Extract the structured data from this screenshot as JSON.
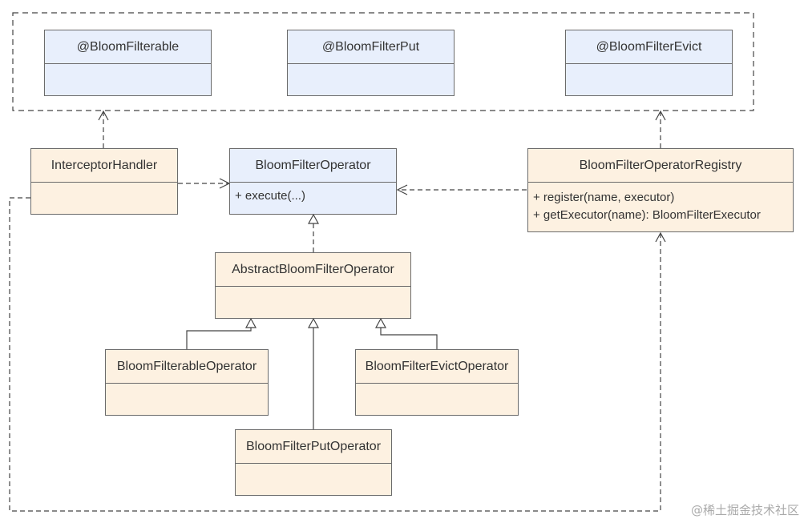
{
  "diagram": {
    "annotation_group": {
      "bloom_filterable": {
        "title": "@BloomFilterable"
      },
      "bloom_filter_put": {
        "title": "@BloomFilterPut"
      },
      "bloom_filter_evict": {
        "title": "@BloomFilterEvict"
      }
    },
    "interceptor_handler": {
      "title": "InterceptorHandler"
    },
    "bloom_filter_operator": {
      "title": "BloomFilterOperator",
      "members": [
        "+ execute(...)"
      ]
    },
    "bloom_filter_operator_registry": {
      "title": "BloomFilterOperatorRegistry",
      "members": [
        "+ register(name, executor)",
        "+ getExecutor(name): BloomFilterExecutor"
      ]
    },
    "abstract_bloom_filter_operator": {
      "title": "AbstractBloomFilterOperator"
    },
    "bloom_filterable_operator": {
      "title": "BloomFilterableOperator"
    },
    "bloom_filter_evict_operator": {
      "title": "BloomFilterEvictOperator"
    },
    "bloom_filter_put_operator": {
      "title": "BloomFilterPutOperator"
    }
  },
  "watermark": "@稀土掘金技术社区",
  "colors": {
    "annotation_fill": "#e8effc",
    "class_fill": "#fdf1e1",
    "stroke": "#6b6b6b",
    "text": "#333333"
  }
}
